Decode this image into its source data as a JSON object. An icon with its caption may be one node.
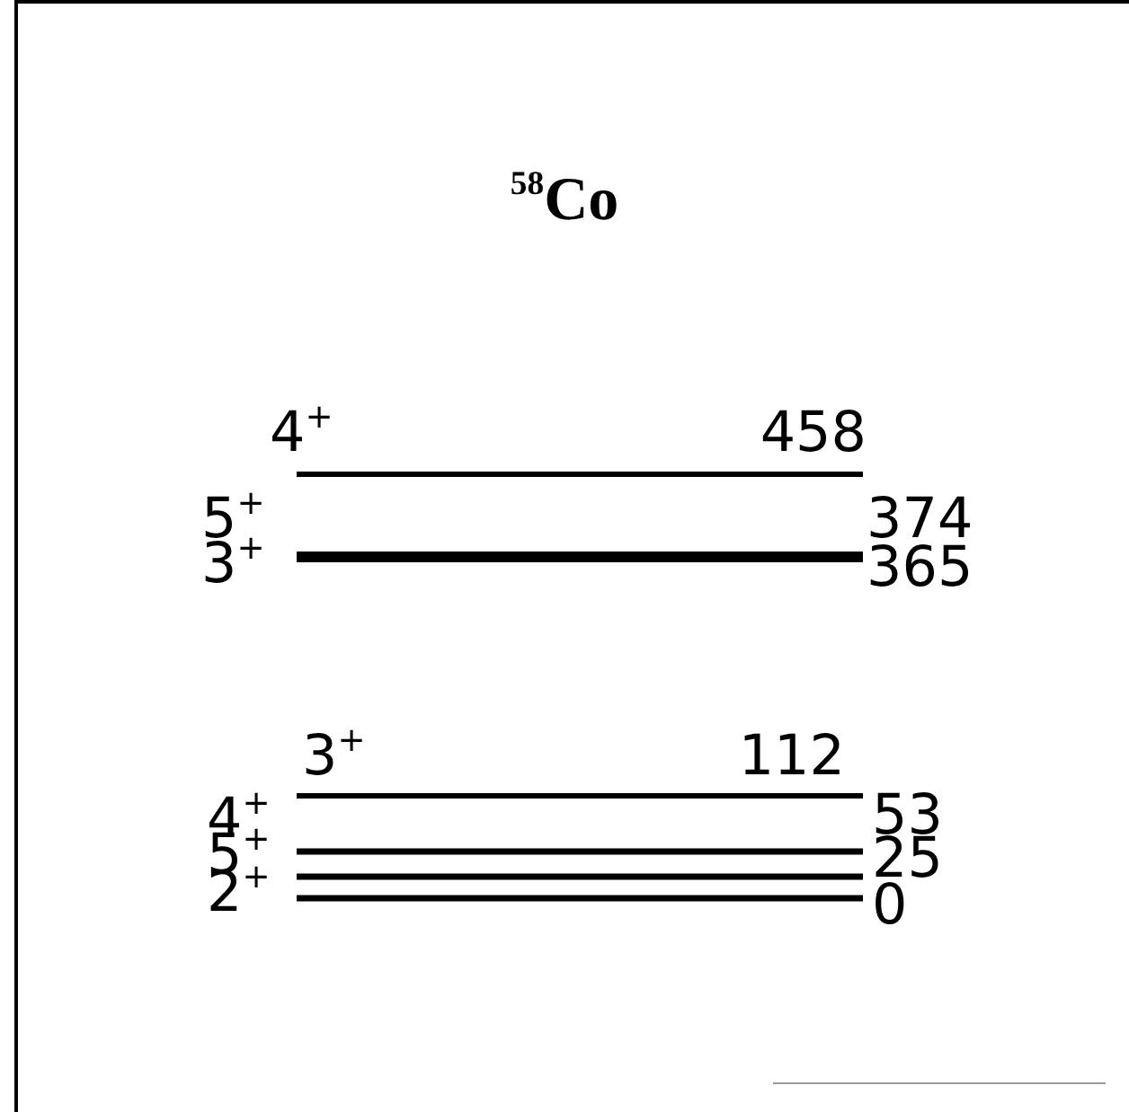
{
  "diagram": {
    "title": "$^{58}$Co",
    "labels": [
      "4$^{+}$",
      "458",
      "5$^{+}$",
      "374",
      "3$^{+}$",
      "365",
      "3$^{+}$",
      "112",
      "4$^{+}$",
      "53",
      "5$^{+}$",
      "25",
      "2$^{+}$",
      "0"
    ]
  }
}
